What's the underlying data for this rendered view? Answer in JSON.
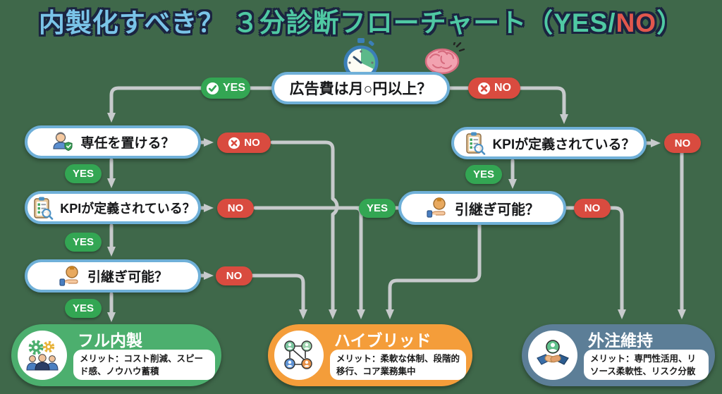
{
  "title": {
    "question": "内製化すべき？",
    "main": " ３分診断フローチャート（YES/",
    "no": "NO",
    "close": "）"
  },
  "labels": {
    "yes": "YES",
    "no": "NO"
  },
  "nodes": {
    "ad_spend": "広告費は月○円以上？",
    "dedicated": "専任を置ける？",
    "kpi_left": "KPIが定義されている？",
    "handover_left": "引継ぎ可能？",
    "kpi_right": "KPIが定義されている？",
    "handover_right": "引継ぎ可能？"
  },
  "outcomes": {
    "full_inhouse": {
      "title": "フル内製",
      "merit": "メリット：コスト削減、スピード感、ノウハウ蓄積",
      "color": "#4CAF6E"
    },
    "hybrid": {
      "title": "ハイブリッド",
      "merit": "メリット：柔軟な体制、段階的移行、コア業務集中",
      "color": "#F49D3A"
    },
    "outsource": {
      "title": "外注維持",
      "merit": "メリット：専門性活用、リソース柔軟性、リスク分散",
      "color": "#5C7E97"
    }
  },
  "icons": {
    "stopwatch-icon": "timer",
    "brain-icon": "brain",
    "check-circle-icon": "check",
    "x-circle-icon": "cross",
    "person-shield-icon": "dedicated person with shield",
    "clipboard-search-icon": "clipboard with magnifier",
    "handover-icon": "hand receiving box",
    "gears-team-icon": "gears and team",
    "network-icon": "people network",
    "handshake-icon": "handshake with person"
  },
  "colors": {
    "background": "#3F684A",
    "node_border": "#6FB0D8",
    "yes_green": "#33A653",
    "no_red": "#D94B3F",
    "wire_gray": "#C7CACC",
    "title_blue": "#7AC4E8",
    "title_teal": "#4FC9A3",
    "title_red": "#E2574D"
  }
}
